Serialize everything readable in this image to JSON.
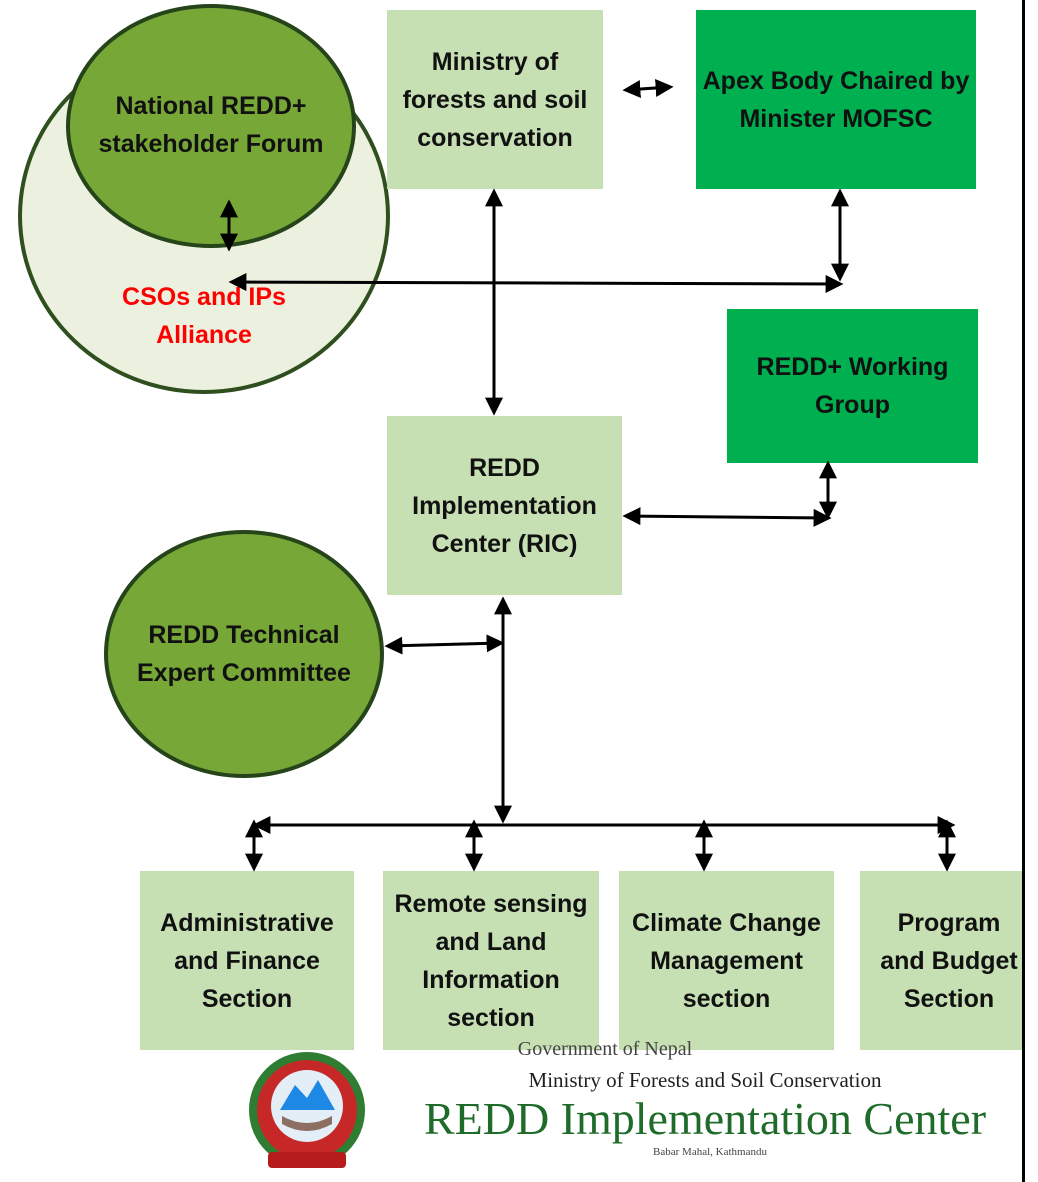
{
  "nodes": {
    "forum": "National REDD+ stakeholder Forum",
    "alliance": "CSOs and IPs Alliance",
    "ministry": "Ministry of forests and soil conservation",
    "apex": "Apex Body Chaired by Minister MOFSC",
    "working_group": "REDD+ Working Group",
    "ric": "REDD Implementation Center (RIC)",
    "tech_committee": "REDD Technical Expert Committee",
    "admin_section": "Administrative and Finance Section",
    "remote_section": "Remote sensing and Land Information section",
    "climate_section": "Climate Change Management section",
    "program_section": "Program and Budget Section"
  },
  "footer": {
    "government": "Government of Nepal",
    "ministry": "Ministry of Forests and Soil Conservation",
    "center": "REDD Implementation Center",
    "address": "Babar Mahal, Kathmandu",
    "emblem": "nepal-emblem"
  },
  "colors": {
    "light_box": "#c6e0b4",
    "dark_box": "#00b050",
    "circle_green": "#77a737",
    "circle_light": "#ebf1de",
    "alliance_text": "#ff0000",
    "footer_center": "#1f6b2a"
  }
}
